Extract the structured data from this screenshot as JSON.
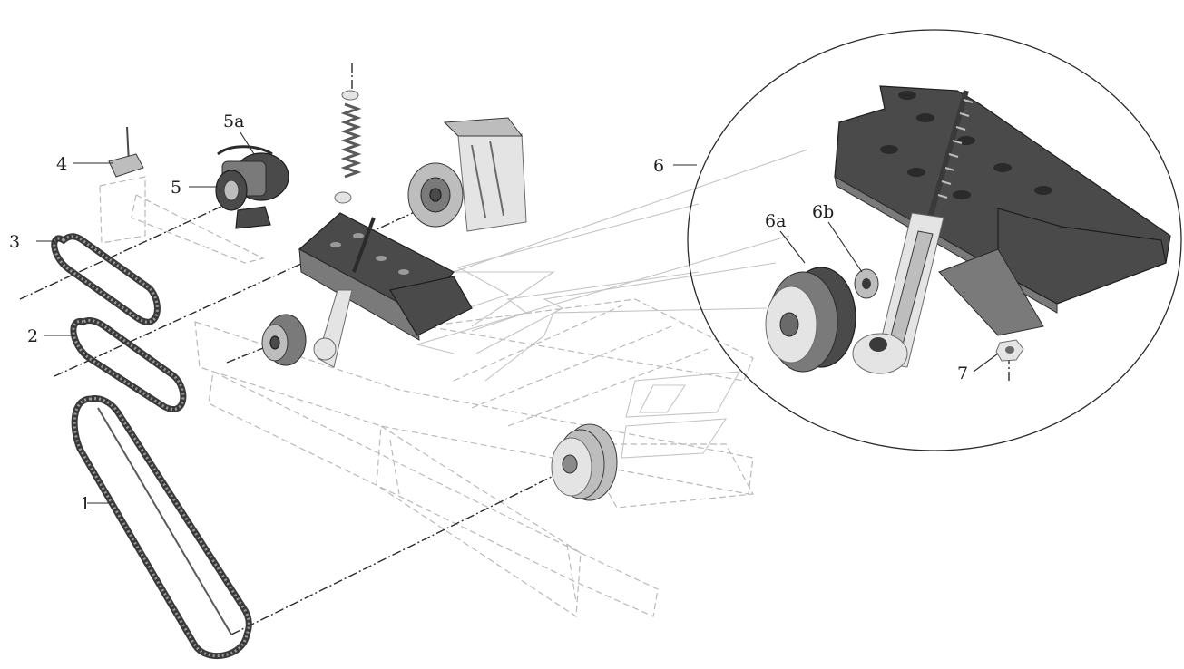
{
  "labels": {
    "belt_1": "1",
    "belt_2": "2",
    "belt_3": "3",
    "bracket_4": "4",
    "alternator_5": "5",
    "solenoid_5a": "5a",
    "tensioner_6": "6",
    "pulley_6a": "6a",
    "bearing_6b": "6b",
    "nut_7": "7"
  },
  "colors": {
    "ink": "#1f1f1f",
    "ghost": "#b9b9b9",
    "metal_dark": "#4a4a4a",
    "background": "#ffffff"
  }
}
